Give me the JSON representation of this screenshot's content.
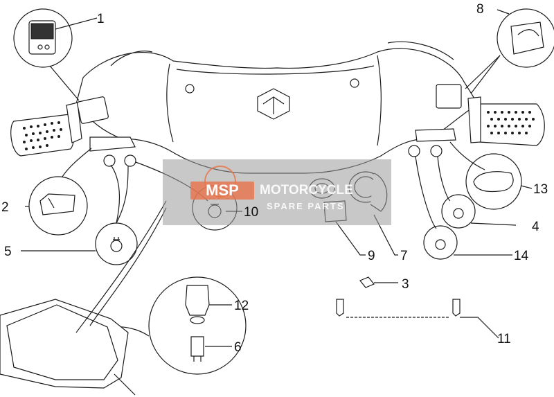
{
  "watermark": {
    "logo_text": "MSP",
    "brand_line1": "MOTORCYCLE",
    "brand_line2": "SPARE PARTS",
    "logo_color": "#e8734a",
    "band_color": "#9a9a9a"
  },
  "callouts": [
    {
      "id": "1",
      "label": "1"
    },
    {
      "id": "2",
      "label": "2"
    },
    {
      "id": "3",
      "label": "3"
    },
    {
      "id": "4",
      "label": "4"
    },
    {
      "id": "5",
      "label": "5"
    },
    {
      "id": "6",
      "label": "6"
    },
    {
      "id": "7",
      "label": "7"
    },
    {
      "id": "8",
      "label": "8"
    },
    {
      "id": "9",
      "label": "9"
    },
    {
      "id": "10",
      "label": "10"
    },
    {
      "id": "11",
      "label": "11"
    },
    {
      "id": "12",
      "label": "12"
    },
    {
      "id": "13",
      "label": "13"
    },
    {
      "id": "14",
      "label": "14"
    }
  ]
}
